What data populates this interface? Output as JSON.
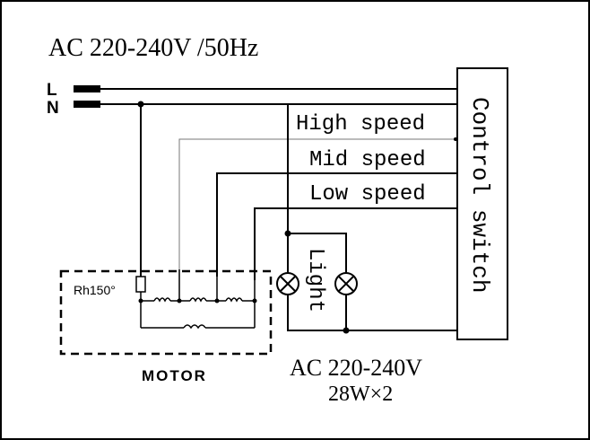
{
  "supply": {
    "title": "AC 220-240V /50Hz",
    "line_label": "L",
    "neutral_label": "N"
  },
  "control_switch": {
    "label": "Control switch",
    "positions": [
      "High speed",
      "Mid speed",
      "Low speed"
    ]
  },
  "motor": {
    "label": "MOTOR",
    "thermal_fuse": "Rh150°"
  },
  "light": {
    "label": "Light",
    "rating_voltage": "AC 220-240V",
    "rating_power": "28W×2"
  }
}
